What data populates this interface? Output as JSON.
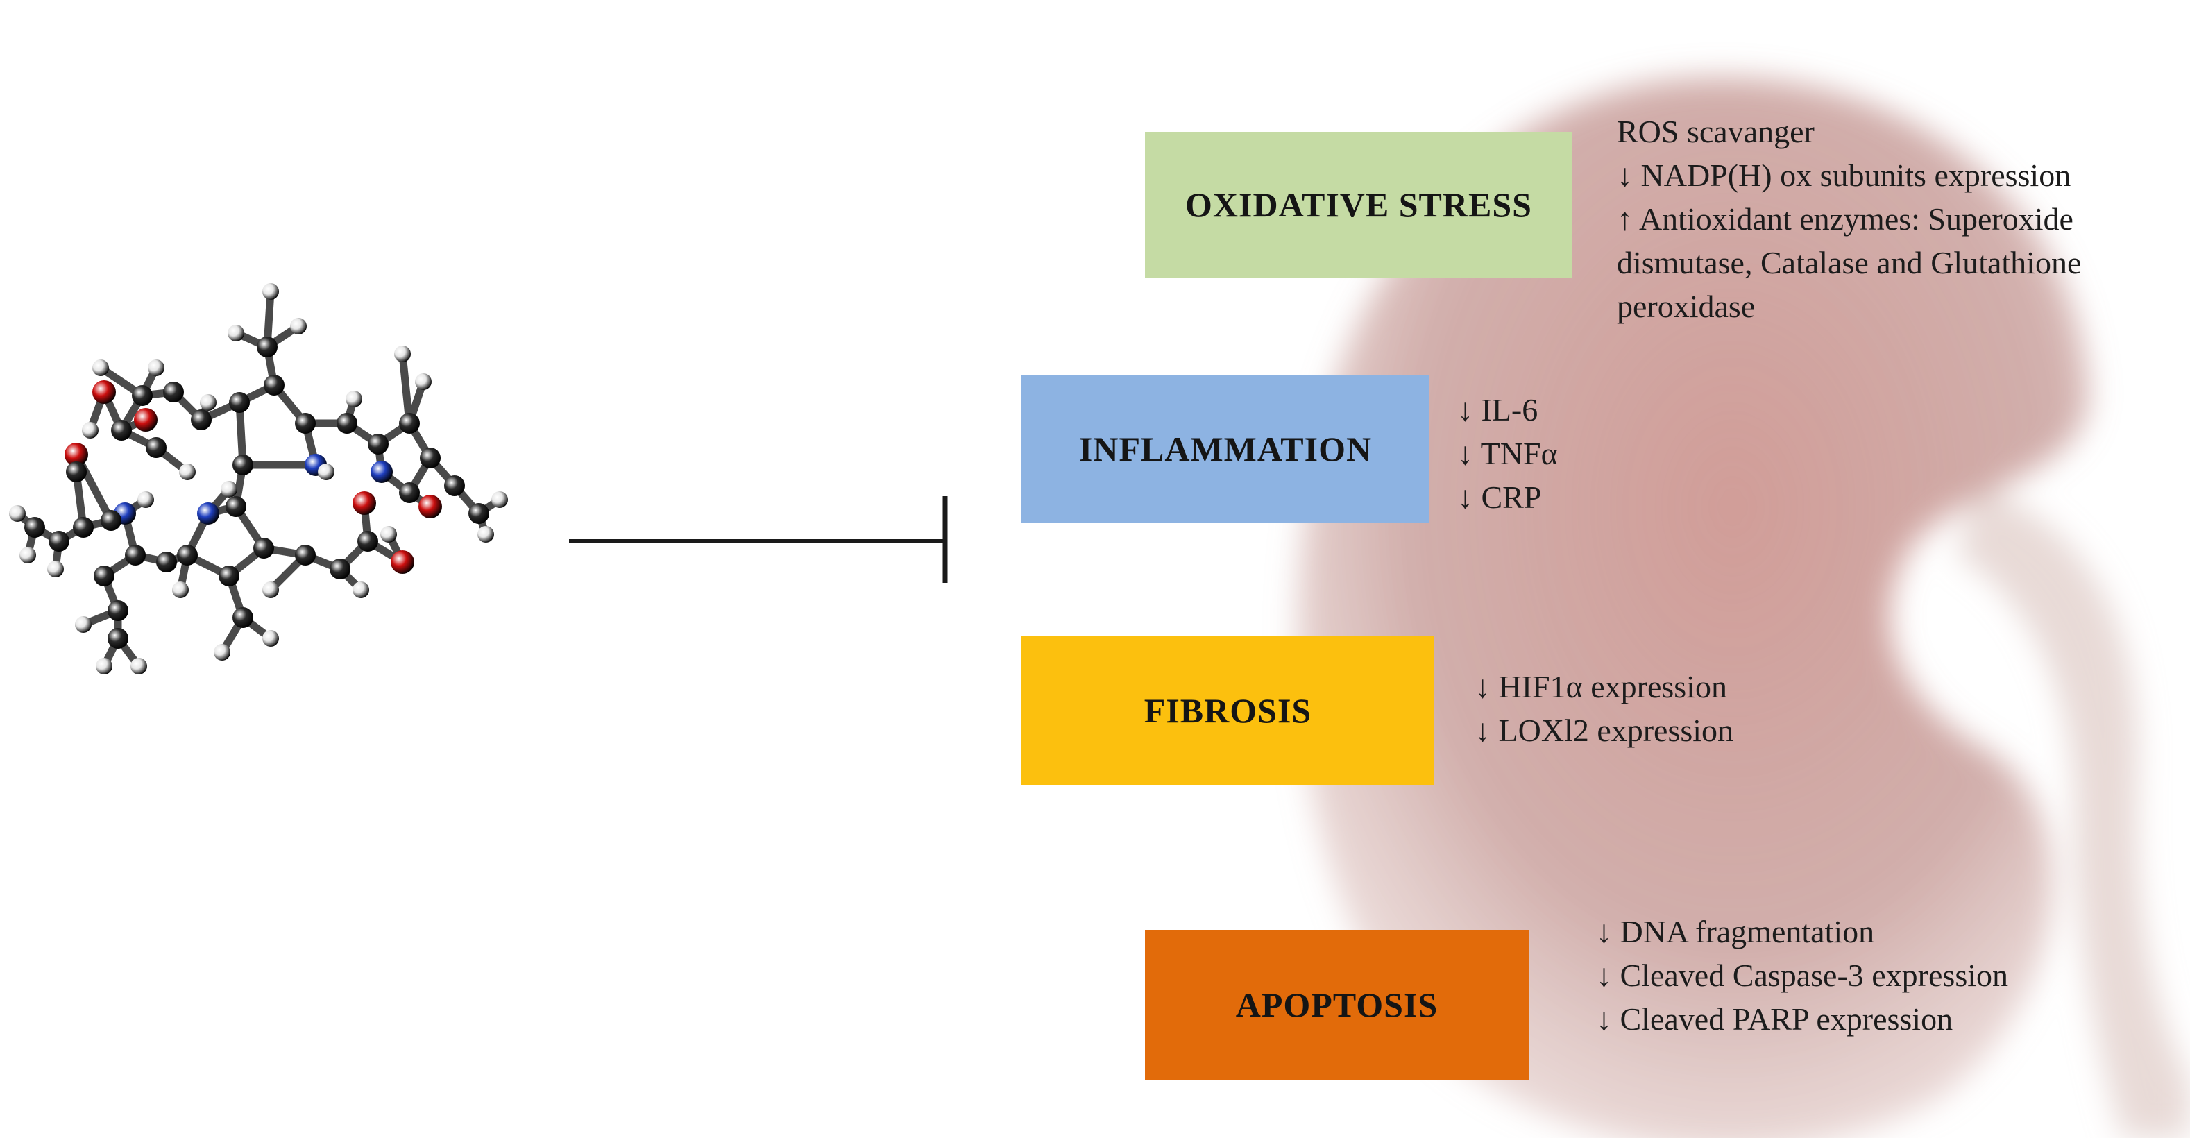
{
  "processes": [
    {
      "label": "OXIDATIVE STRESS",
      "color": "#c5dba4",
      "effects": [
        "ROS scavanger",
        "↓ NADP(H) ox  subunits expression",
        "↑ Antioxidant enzymes: Superoxide dismutase, Catalase and Glutathione peroxidase"
      ]
    },
    {
      "label": "INFLAMMATION",
      "color": "#8db3e2",
      "effects": [
        "↓ IL-6",
        "↓ TNFα",
        "↓ CRP"
      ]
    },
    {
      "label": "FIBROSIS",
      "color": "#fcc00e",
      "effects": [
        "↓ HIF1α expression",
        "↓ LOXl2 expression"
      ]
    },
    {
      "label": "APOPTOSIS",
      "color": "#e26b0a",
      "effects": [
        "↓ DNA fragmentation",
        "↓ Cleaved Caspase-3 expression",
        "↓ Cleaved PARP expression"
      ]
    }
  ],
  "colors": {
    "carbon": "#2a2a2a",
    "hydrogen": "#e6e6e6",
    "nitrogen": "#1f3fbf",
    "oxygen": "#cc0f0f",
    "kidney": "#b47a74",
    "line": "#1a1a1a"
  },
  "icons": {
    "molecule": "bilirubin-ball-and-stick-molecule",
    "background": "kidney-silhouette",
    "relation": "inhibition-arrow"
  }
}
